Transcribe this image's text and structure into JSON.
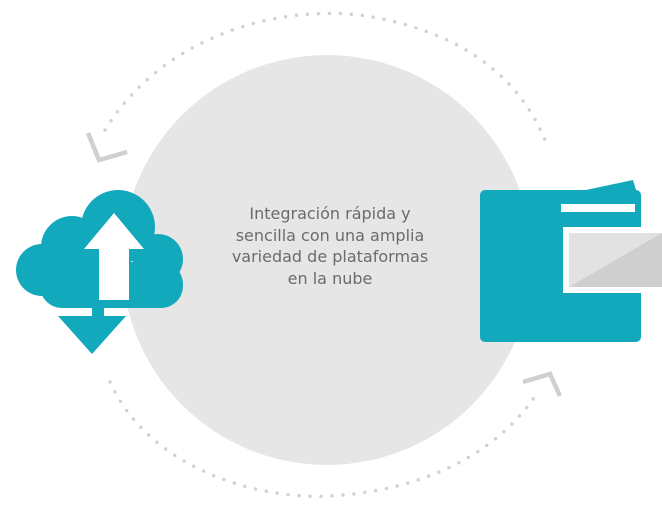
{
  "caption_lines": [
    "Integración rápida y",
    "sencilla con una amplia",
    "variedad de plataformas",
    "en la nube"
  ],
  "icons": {
    "left": "cloud-upload-download-icon",
    "right": "multifunction-printer-icon"
  },
  "colors": {
    "accent": "#12a9bd",
    "circle": "#e6e6e6",
    "dots": "#cfd3d6",
    "arrowhead": "#d0d0d0",
    "printer_panel": "#e2e2e2",
    "text": "#6b6b6b"
  }
}
